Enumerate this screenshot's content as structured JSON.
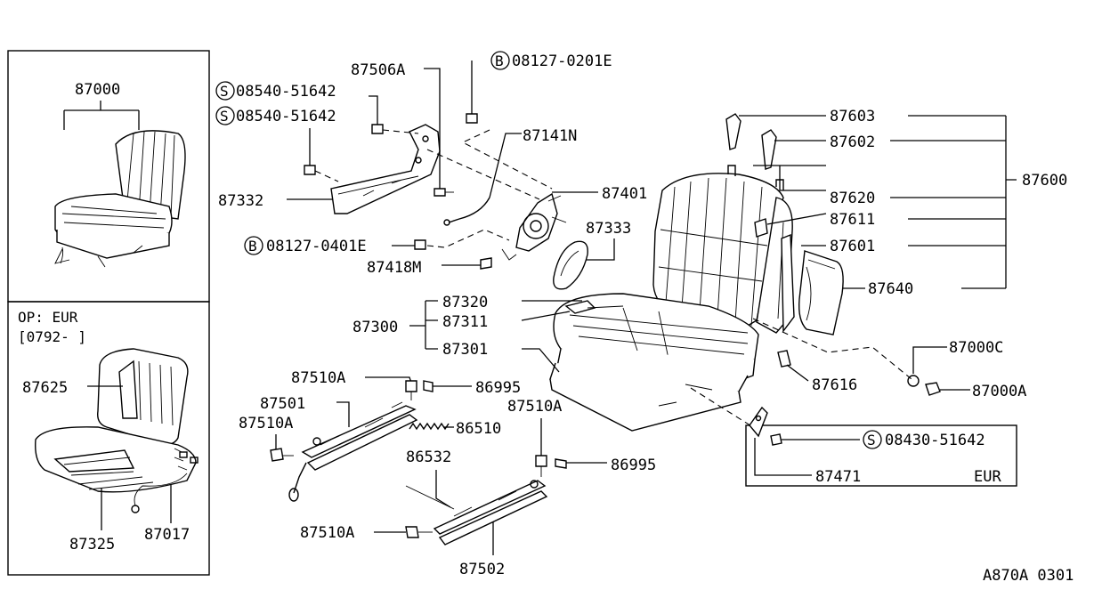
{
  "figure_id": "A870A 0301",
  "inset_bottom": {
    "title": "OP: EUR",
    "date": "[0792-  ]"
  },
  "region_label": "EUR",
  "prefix_s": "S",
  "prefix_b": "B",
  "parts": {
    "p87000": "87000",
    "p87625": "87625",
    "p87325": "87325",
    "p87017": "87017",
    "p87506A": "87506A",
    "p08540_1": "08540-51642",
    "p08540_2": "08540-51642",
    "p08127_0201E": "08127-0201E",
    "p87141N": "87141N",
    "p87332": "87332",
    "p87401": "87401",
    "p08127_0401E": "08127-0401E",
    "p87333": "87333",
    "p87418M": "87418M",
    "p87320": "87320",
    "p87300": "87300",
    "p87311": "87311",
    "p87301": "87301",
    "p87510A_1": "87510A",
    "p86995_1": "86995",
    "p87501": "87501",
    "p87510A_2": "87510A",
    "p86510": "86510",
    "p87510A_3": "87510A",
    "p86995_2": "86995",
    "p86532": "86532",
    "p87510A_4": "87510A",
    "p87502": "87502",
    "p87603": "87603",
    "p87602": "87602",
    "p87600": "87600",
    "p87620": "87620",
    "p87611": "87611",
    "p87601": "87601",
    "p87640": "87640",
    "p87000C": "87000C",
    "p87616": "87616",
    "p87000A": "87000A",
    "p08430": "08430-51642",
    "p87471": "87471"
  }
}
